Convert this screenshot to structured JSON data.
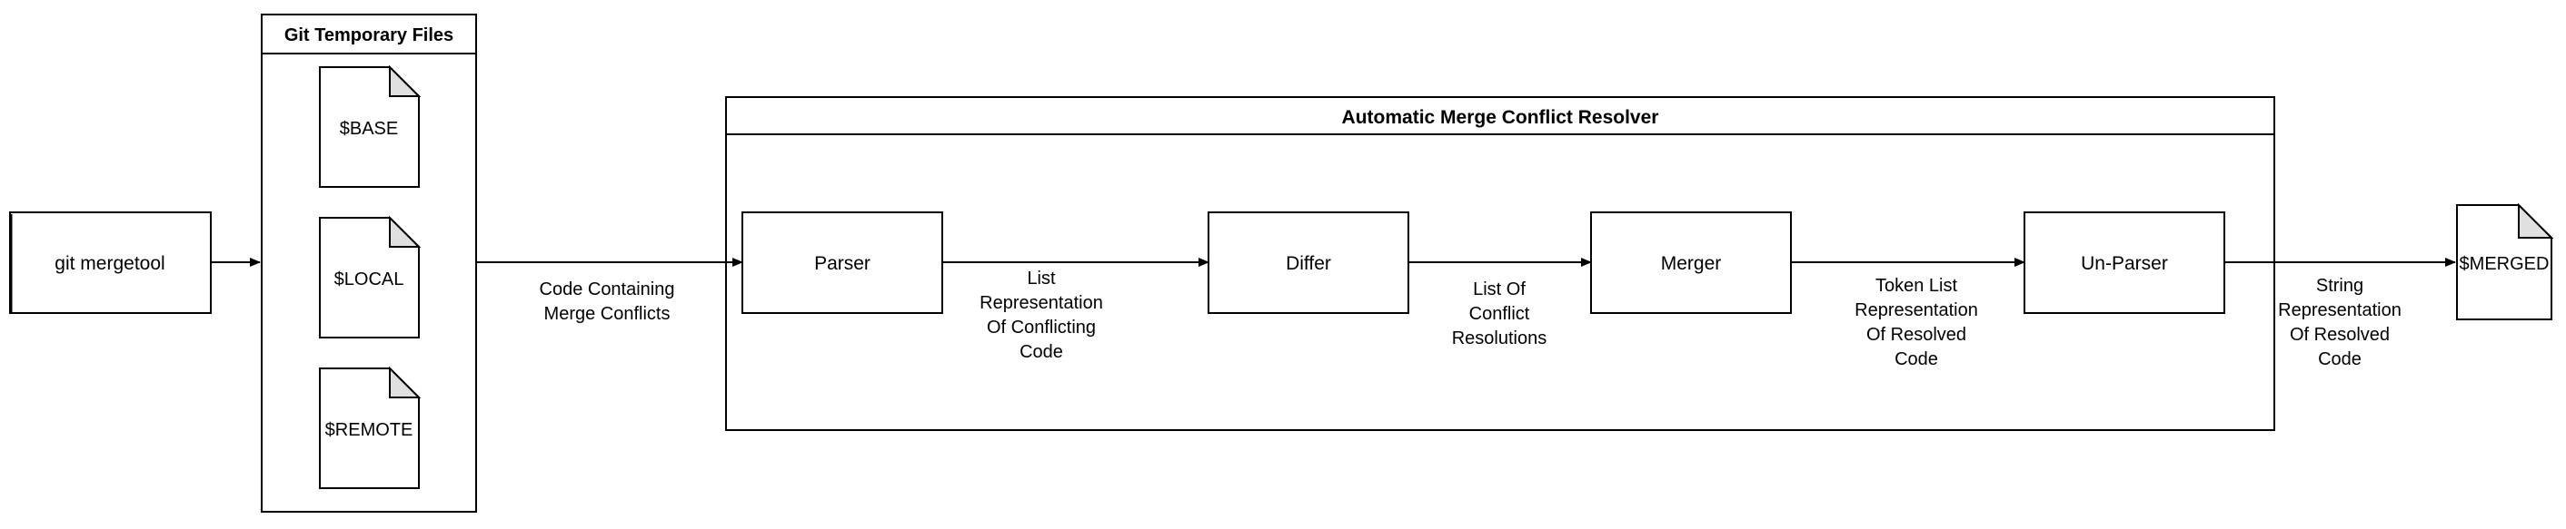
{
  "diagram": {
    "start_node": {
      "label": "git mergetool"
    },
    "temp_files": {
      "title": "Git Temporary Files",
      "files": [
        "$BASE",
        "$LOCAL",
        "$REMOTE"
      ]
    },
    "resolver": {
      "title": "Automatic Merge Conflict Resolver",
      "stages": [
        "Parser",
        "Differ",
        "Merger",
        "Un-Parser"
      ]
    },
    "output_file": {
      "label": "$MERGED"
    },
    "edge_labels": {
      "code_containing": [
        "Code Containing",
        "Merge Conflicts"
      ],
      "list_representation": [
        "List",
        "Representation",
        "Of Conflicting",
        "Code"
      ],
      "list_of_conflict": [
        "List Of",
        "Conflict",
        "Resolutions"
      ],
      "token_list": [
        "Token List",
        "Representation",
        "Of Resolved",
        "Code"
      ],
      "string_representation": [
        "String",
        "Representation",
        "Of Resolved",
        "Code"
      ]
    }
  }
}
